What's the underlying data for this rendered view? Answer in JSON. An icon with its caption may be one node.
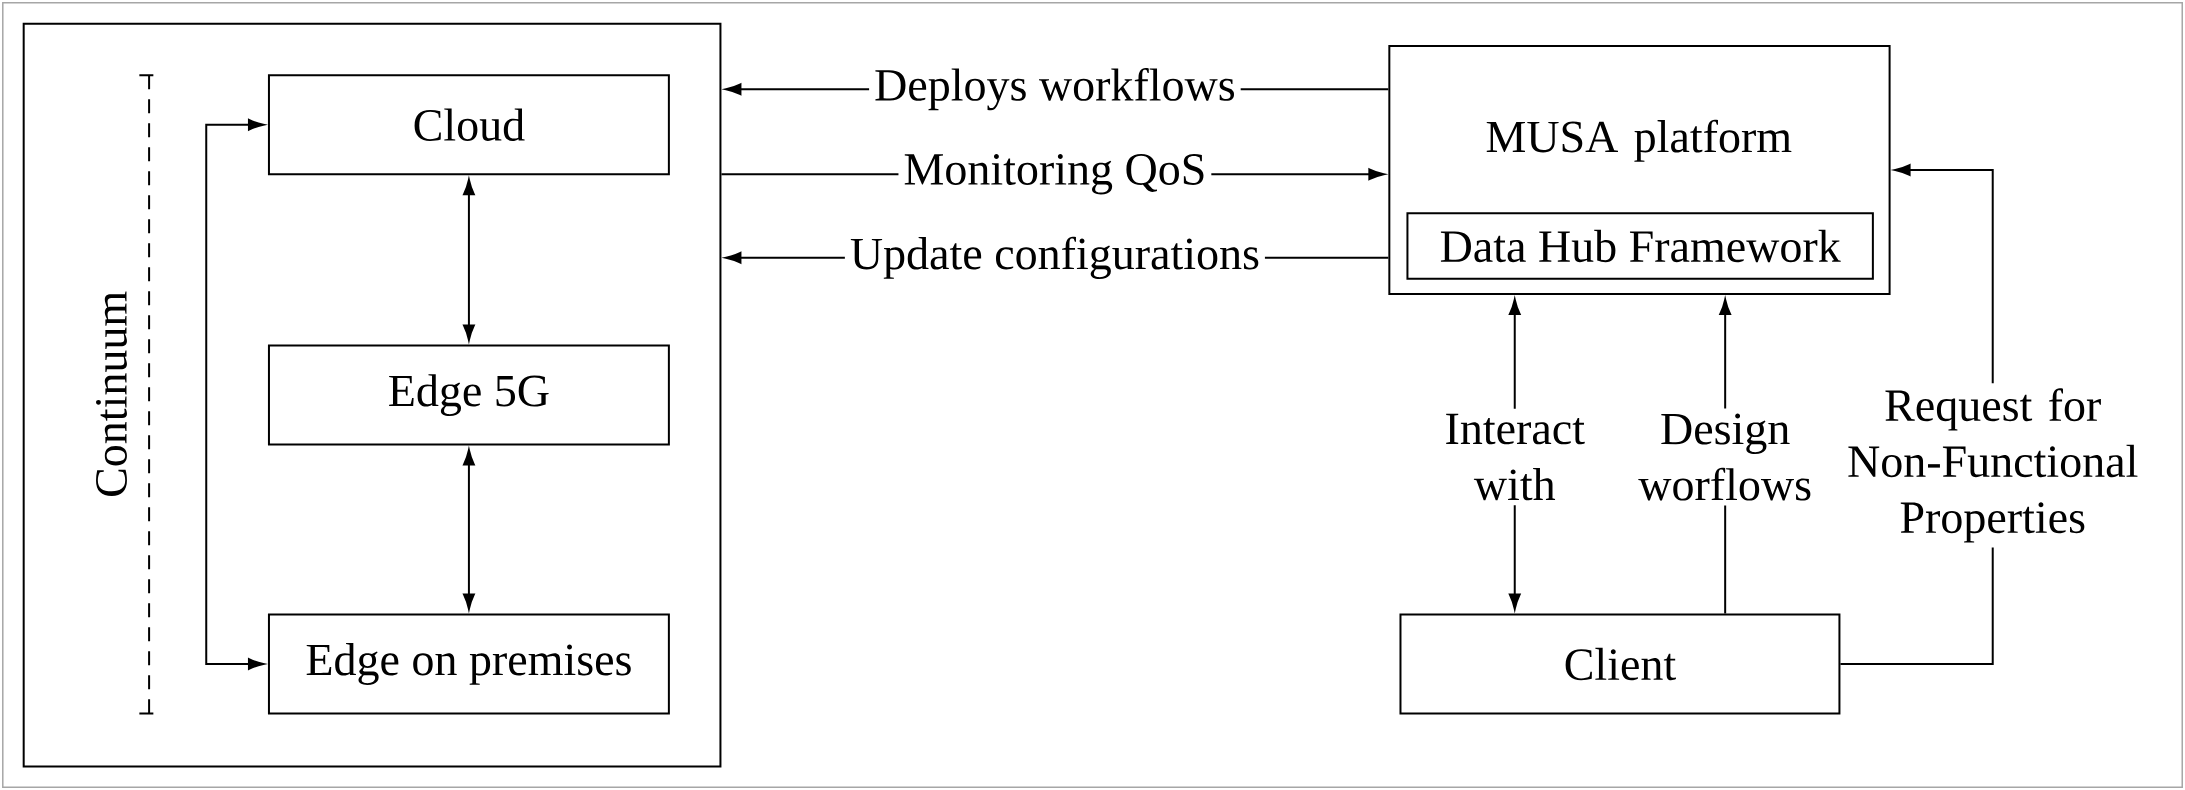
{
  "diagram": {
    "nodes": [
      {
        "text": [],
        "shape": "box"
      },
      {
        "text": [
          "Cloud"
        ],
        "in": 0
      },
      {
        "text": [
          "Edge 5G"
        ],
        "in": 0
      },
      {
        "text": [
          "Edge on premises"
        ],
        "in": 0
      },
      {
        "text": [
          "MUSA platform"
        ]
      },
      {
        "text": [
          "Data Hub Framework"
        ],
        "in": 4
      },
      {
        "text": [
          "Client"
        ]
      }
    ],
    "edges": [
      {
        "from": 4,
        "to": 0,
        "arrow": "to",
        "label": "Deploys workflows"
      },
      {
        "from": 0,
        "to": 4,
        "arrow": "to",
        "label": "Monitoring QoS"
      },
      {
        "from": 4,
        "to": 0,
        "arrow": "to",
        "label": "Update configurations"
      },
      {
        "from": 1,
        "to": 2,
        "arrow": "both"
      },
      {
        "from": 2,
        "to": 3,
        "arrow": "both"
      },
      {
        "from": 1,
        "to": 3,
        "arrow": "both"
      },
      {
        "from": 6,
        "to": 4,
        "arrow": "both",
        "label": "Interact with"
      },
      {
        "from": 6,
        "to": 4,
        "arrow": "to",
        "label": "Design worflows"
      },
      {
        "from": 6,
        "to": 4,
        "arrow": "to",
        "label": "Request for Non-Functional Properties"
      }
    ],
    "labels": [
      "Continuum"
    ]
  }
}
